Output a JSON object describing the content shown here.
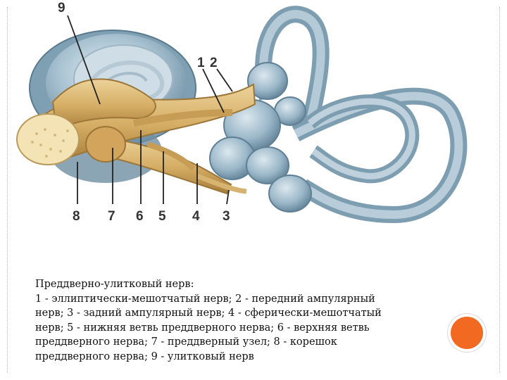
{
  "figure": {
    "labels": {
      "n9": "9",
      "n1": "1",
      "n2": "2",
      "n8": "8",
      "n7": "7",
      "n6": "6",
      "n5": "5",
      "n4": "4",
      "n3": "3"
    }
  },
  "caption": {
    "title": "Преддверно-улитковый нерв:",
    "lines": [
      "1 - эллиптически-мешотчатый нерв; 2 - передний ампулярный",
      "нерв; 3 - задний ампулярный нерв; 4 - сферически-мешотчатый",
      "нерв; 5 - нижняя ветвь преддверного нерва; 6 - верхняя ветвь",
      "преддверного нерва; 7 - преддверный узел; 8 - корешок",
      "преддверного нерва; 9 - улитковый нерв"
    ]
  },
  "colors": {
    "labyrinth": "#9cb8c8",
    "labyrinth_dark": "#6f8fa3",
    "nerve": "#d9b46e",
    "nerve_dark": "#a9813e",
    "root": "#f3e3b5",
    "accent_dot": "#f26a21"
  }
}
